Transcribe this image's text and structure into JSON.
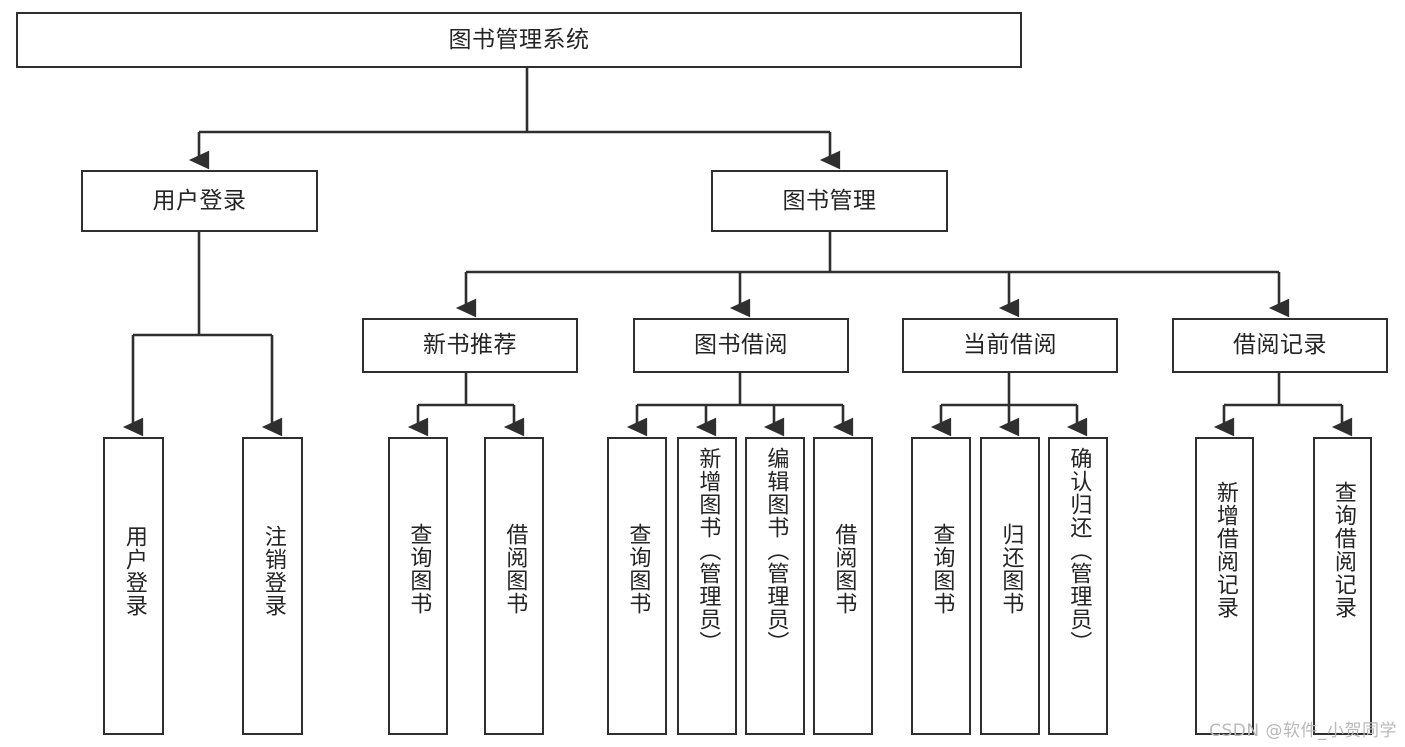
{
  "diagram": {
    "title": "图书管理系统",
    "watermark": "CSDN @软件_小贺同学",
    "colors": {
      "stroke": "#2f2f2f",
      "fill": "#ffffff",
      "text": "#242424",
      "watermark": "#b9b9b9"
    },
    "root": {
      "label": "图书管理系统"
    },
    "level1": [
      {
        "label": "用户登录"
      },
      {
        "label": "图书管理"
      }
    ],
    "level2": [
      {
        "label": "新书推荐"
      },
      {
        "label": "图书借阅"
      },
      {
        "label": "当前借阅"
      },
      {
        "label": "借阅记录"
      }
    ],
    "leaves": {
      "user_login": [
        {
          "label": "用户登录"
        },
        {
          "label": "注销登录"
        }
      ],
      "new_book_recommend": [
        {
          "label": "查询图书"
        },
        {
          "label": "借阅图书"
        }
      ],
      "book_borrow": [
        {
          "label": "查询图书"
        },
        {
          "label": "新增图书（管理员）"
        },
        {
          "label": "编辑图书（管理员）"
        },
        {
          "label": "借阅图书"
        }
      ],
      "current_borrow": [
        {
          "label": "查询图书"
        },
        {
          "label": "归还图书"
        },
        {
          "label": "确认归还（管理员）"
        }
      ],
      "borrow_records": [
        {
          "label": "新增借阅记录"
        },
        {
          "label": "查询借阅记录"
        }
      ]
    }
  }
}
